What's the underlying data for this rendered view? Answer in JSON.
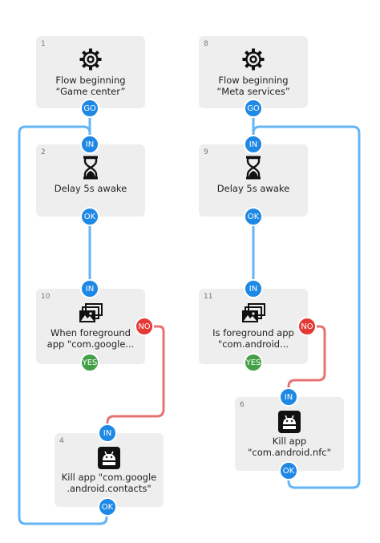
{
  "blocks": [
    {
      "id": "1",
      "label1": "Flow beginning",
      "label2": "“Game center”",
      "icon": "gear-icon"
    },
    {
      "id": "2",
      "label1": "Delay 5s awake",
      "icon": "hourglass-icon"
    },
    {
      "id": "10",
      "label1": "When foreground",
      "label2": "app \"com.google...",
      "icon": "app-windows-icon"
    },
    {
      "id": "4",
      "label1": "Kill app \"com.google",
      "label2": ".android.contacts\"",
      "icon": "android-icon"
    },
    {
      "id": "8",
      "label1": "Flow beginning",
      "label2": "“Meta services”",
      "icon": "gear-icon"
    },
    {
      "id": "9",
      "label1": "Delay 5s awake",
      "icon": "hourglass-icon"
    },
    {
      "id": "11",
      "label1": "Is foreground app",
      "label2": "\"com.android...",
      "icon": "app-windows-icon"
    },
    {
      "id": "6",
      "label1": "Kill app",
      "label2": "\"com.android.nfc\"",
      "icon": "android-icon"
    }
  ],
  "ports": {
    "go": "GO",
    "in": "IN",
    "ok": "OK",
    "yes": "YES",
    "no": "NO"
  },
  "colors": {
    "blue": "#1e88e5",
    "red": "#e57373",
    "green": "#43a047",
    "block": "#efeeef"
  }
}
